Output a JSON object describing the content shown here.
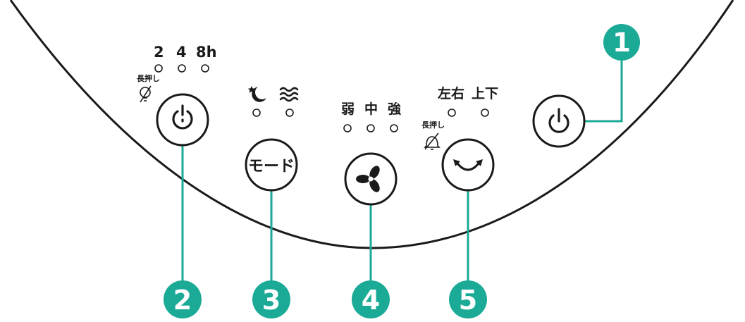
{
  "colors": {
    "accent": "#1aaa96",
    "line": "#1a1a1a",
    "background": "#ffffff"
  },
  "callouts": [
    "1",
    "2",
    "3",
    "4",
    "5"
  ],
  "timer": {
    "hours": [
      "2",
      "4",
      "8h"
    ],
    "long_press": "長押し",
    "icon": "timer-icon",
    "long_press_icon": "light-off-icon"
  },
  "mode": {
    "button_label": "モード",
    "indicators": [
      "sleep-moon-icon",
      "breeze-wave-icon"
    ]
  },
  "fan": {
    "speeds": [
      "弱",
      "中",
      "強"
    ],
    "icon": "fan-icon"
  },
  "swing": {
    "directions": [
      "左右",
      "上下"
    ],
    "long_press": "長押し",
    "icon": "swing-arrow-icon",
    "long_press_icon": "sound-off-icon"
  },
  "power": {
    "icon": "power-icon"
  }
}
